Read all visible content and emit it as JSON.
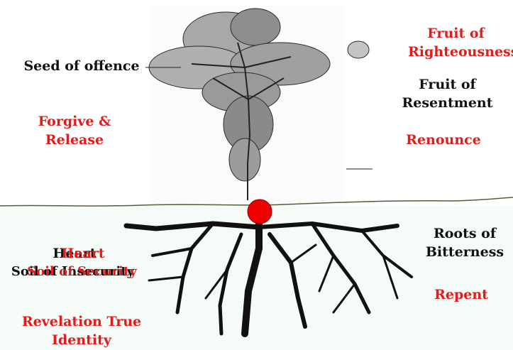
{
  "colors": {
    "accent_red": "#e31b1b",
    "text_black": "#111111",
    "ground_line": "#5a5a3c",
    "root_color": "#111111",
    "heart_dot": "#ee0000"
  },
  "icons": {
    "tree": "tree-illustration",
    "roots": "roots-illustration",
    "heart": "red-dot-icon"
  },
  "labels": {
    "seed_of_offence": "Seed of offence",
    "fruit_of_righteousness": "Fruit of\nRighteousness",
    "fruit_of_resentment": "Fruit of\nResentment",
    "forgive_release": "Forgive &\nRelease",
    "renounce": "Renounce",
    "roots_of_bitterness": "Roots of\nBitterness",
    "heart_black": "Heart",
    "heart_red": "Heart",
    "soil_black": "Soil of Insecurity",
    "soil_red": "Soil of Security",
    "repent": "Repent",
    "revelation": "Revelation True\nIdentity"
  }
}
